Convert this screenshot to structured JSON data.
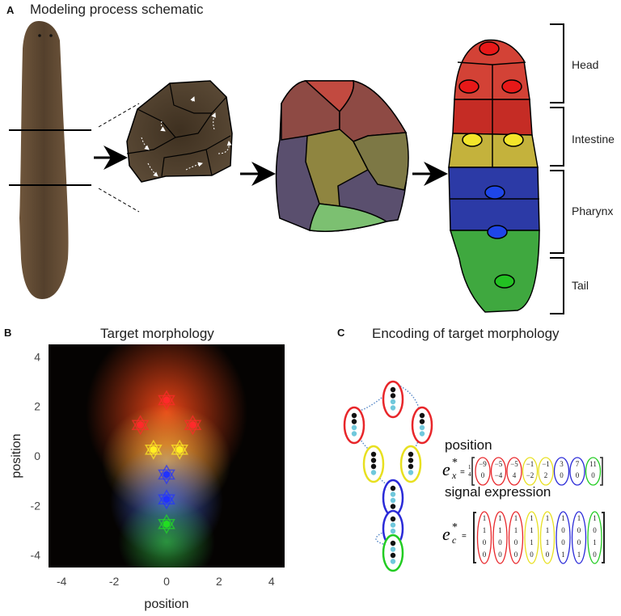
{
  "panel_a": {
    "letter": "A",
    "title": "Modeling process schematic",
    "stages": [
      "planarian-worm",
      "fragment",
      "regenerating-fragment",
      "target-segmented-body"
    ],
    "region_labels": [
      "Head",
      "Intestine",
      "Pharynx",
      "Tail"
    ],
    "region_colors": {
      "head": "#d52b25",
      "intestine": "#d4c032",
      "pharynx": "#2d42b8",
      "tail": "#3fb23f"
    }
  },
  "panel_b": {
    "letter": "B",
    "title": "Target morphology"
  },
  "chart_data": {
    "type": "scatter",
    "title": "Target morphology",
    "xlabel": "position",
    "ylabel": "position",
    "xlim": [
      -4.5,
      4.5
    ],
    "ylim": [
      -4.5,
      4.5
    ],
    "xticks": [
      -4,
      -2,
      0,
      2,
      4
    ],
    "yticks": [
      4,
      2,
      0,
      -2,
      -4
    ],
    "xtick_labels": [
      "-4",
      "-2",
      "0",
      "2",
      "4"
    ],
    "ytick_labels": [
      "4",
      "2",
      "0",
      "-2",
      "-4"
    ],
    "background": "dark gradient field (black edges, red/yellow/blue/green glow along center)",
    "points": [
      {
        "x": 0,
        "y": 2.25,
        "color": "#ff2a2a",
        "group": "head"
      },
      {
        "x": -1,
        "y": 1.25,
        "color": "#ff2a2a",
        "group": "head"
      },
      {
        "x": 1,
        "y": 1.25,
        "color": "#ff2a2a",
        "group": "head"
      },
      {
        "x": -0.5,
        "y": 0.25,
        "color": "#ffee22",
        "group": "intestine"
      },
      {
        "x": 0.5,
        "y": 0.25,
        "color": "#ffee22",
        "group": "intestine"
      },
      {
        "x": 0,
        "y": -0.75,
        "color": "#2233ff",
        "group": "pharynx"
      },
      {
        "x": 0,
        "y": -1.75,
        "color": "#2233ff",
        "group": "pharynx"
      },
      {
        "x": 0,
        "y": -2.75,
        "color": "#22dd22",
        "group": "tail"
      }
    ]
  },
  "panel_c": {
    "letter": "C",
    "title": "Encoding of target morphology",
    "position_label": "position",
    "signal_label": "signal expression",
    "position_symbol": "e",
    "position_sub": "x",
    "signal_sub": "c",
    "star": "*",
    "equals": "=",
    "scale_num": "1",
    "scale_den": "4",
    "column_colors": [
      "#e8262a",
      "#e8262a",
      "#e8262a",
      "#e8e020",
      "#e8e020",
      "#2a2ad8",
      "#2a2ad8",
      "#22cc22"
    ],
    "position_matrix": [
      [
        "−9",
        "−5",
        "−5",
        "−1",
        "−1",
        "3",
        "7",
        "11"
      ],
      [
        "0",
        "−4",
        "4",
        "−2",
        "2",
        "0",
        "0",
        "0"
      ]
    ],
    "signal_matrix": [
      [
        "1",
        "1",
        "1",
        "1",
        "1",
        "1",
        "1",
        "1"
      ],
      [
        "1",
        "1",
        "1",
        "1",
        "1",
        "0",
        "0",
        "0"
      ],
      [
        "0",
        "0",
        "0",
        "1",
        "1",
        "0",
        "0",
        "1"
      ],
      [
        "0",
        "0",
        "0",
        "0",
        "0",
        "1",
        "1",
        "0"
      ]
    ],
    "cells": [
      {
        "color": "#e8262a",
        "dots": [
          "black",
          "black",
          "cyan",
          "cyan"
        ]
      },
      {
        "color": "#e8262a",
        "dots": [
          "black",
          "black",
          "cyan",
          "cyan"
        ]
      },
      {
        "color": "#e8262a",
        "dots": [
          "black",
          "black",
          "cyan",
          "cyan"
        ]
      },
      {
        "color": "#e8e020",
        "dots": [
          "black",
          "black",
          "black",
          "cyan"
        ]
      },
      {
        "color": "#e8e020",
        "dots": [
          "black",
          "black",
          "black",
          "cyan"
        ]
      },
      {
        "color": "#2a2ad8",
        "dots": [
          "black",
          "cyan",
          "cyan",
          "black"
        ]
      },
      {
        "color": "#2a2ad8",
        "dots": [
          "black",
          "cyan",
          "cyan",
          "black"
        ]
      },
      {
        "color": "#22cc22",
        "dots": [
          "black",
          "cyan",
          "black",
          "cyan"
        ]
      }
    ]
  }
}
